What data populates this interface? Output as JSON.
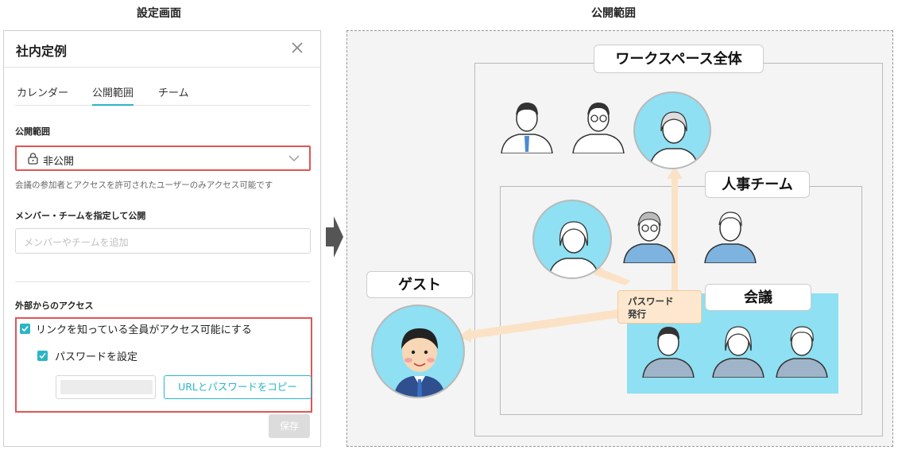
{
  "captions": {
    "left": "設定画面",
    "right": "公開範囲"
  },
  "panel": {
    "title": "社内定例",
    "tabs": [
      {
        "label": "カレンダー",
        "active": false
      },
      {
        "label": "公開範囲",
        "active": true
      },
      {
        "label": "チーム",
        "active": false
      }
    ],
    "scope_label": "公開範囲",
    "scope_value": "非公開",
    "scope_description": "会議の参加者とアクセスを許可されたユーザーのみアクセス可能です",
    "members_label": "メンバー・チームを指定して公開",
    "members_placeholder": "メンバーやチームを追加",
    "external_label": "外部からのアクセス",
    "link_access_label": "リンクを知っている全員がアクセス可能にする",
    "password_label": "パスワードを設定",
    "copy_button": "URLとパスワードをコピー",
    "save_button": "保存"
  },
  "diagram": {
    "workspace_label": "ワークスペース全体",
    "hr_team_label": "人事チーム",
    "meeting_label": "会議",
    "guest_label": "ゲスト",
    "password_note_line1": "パスワード",
    "password_note_line2": "発行"
  },
  "colors": {
    "accent": "#2bb5c6",
    "highlight_red": "#e05555",
    "meeting_blue": "#8ee0f2",
    "note_orange": "#fde8cf"
  }
}
